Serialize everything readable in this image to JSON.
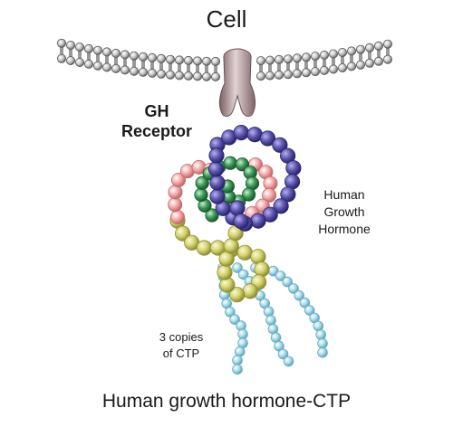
{
  "labels": {
    "cell": "Cell",
    "receptor": "GH\nReceptor",
    "hormone": "Human\nGrowth\nHormone",
    "ctp": "3 copies\nof CTP",
    "caption": "Human growth hormone-CTP"
  },
  "colors": {
    "membrane_bead": "#bdbdbd",
    "receptor": "#a89094",
    "hormone_blue": "#5b54ad",
    "hormone_green": "#3a9a55",
    "hormone_pink": "#f2a7a7",
    "hormone_yellow": "#d6d67a",
    "ctp_cyan": "#a6dcec"
  },
  "legend_icons": [
    "membrane-bilayer",
    "receptor-shape",
    "bead-chain"
  ]
}
